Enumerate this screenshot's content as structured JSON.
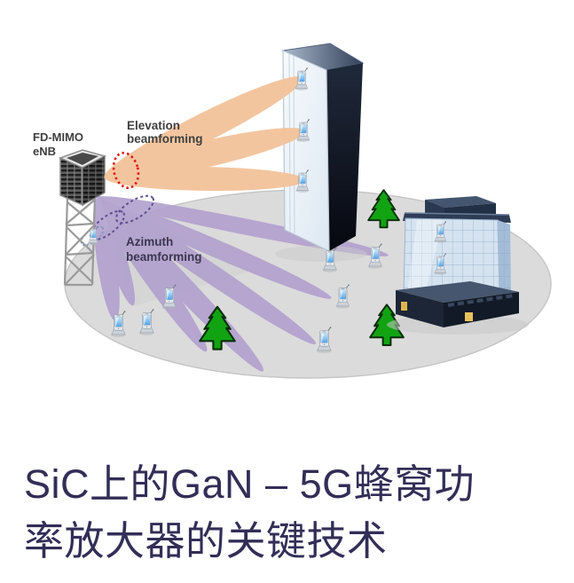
{
  "article": {
    "title": "SiC上的GaN – 5G蜂窝功率放大器的关键技术",
    "title_line1": "SiC上的GaN – 5G蜂窝功",
    "title_line2": "率放大器的关键技术"
  },
  "diagram": {
    "labels": {
      "enb_line1": "FD-MIMO",
      "enb_line2": "eNB",
      "elevation_line1": "Elevation",
      "elevation_line2": "beamforming",
      "azimuth_line1": "Azimuth",
      "azimuth_line2": "beamforming"
    },
    "colors": {
      "elevation_beam": "#f3c49c",
      "azimuth_beam": "#b1a0ce",
      "ground": "#dbdbdb",
      "ground_edge": "#c6c6c6",
      "tree_green": "#12a312",
      "elevation_ring_red": "#e01818",
      "azimuth_ring_purple": "#5e4f91",
      "label_gray": "#3f3f3f",
      "azimuth_label": "#3b3750",
      "title_text": "#322e57"
    },
    "counts": {
      "elevation_beams": 3,
      "azimuth_beams": 7,
      "user_devices": 13,
      "trees": 3,
      "buildings": 2
    }
  }
}
